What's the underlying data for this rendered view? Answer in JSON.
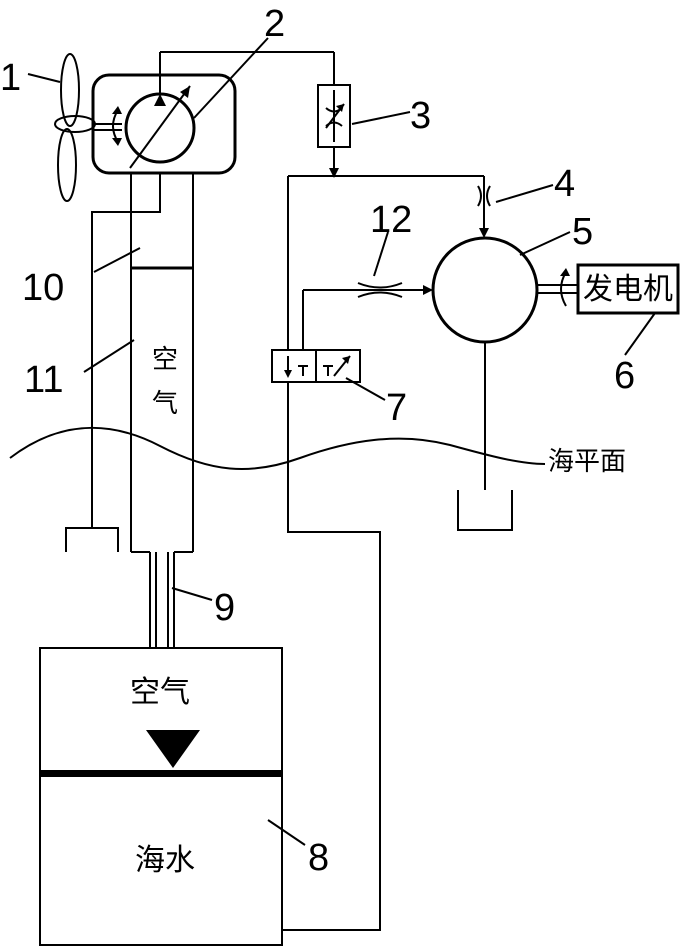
{
  "labels": {
    "n1": "1",
    "n2": "2",
    "n3": "3",
    "n4": "4",
    "n5": "5",
    "n6": "6",
    "n7": "7",
    "n8": "8",
    "n9": "9",
    "n10": "10",
    "n11": "11",
    "n12": "12"
  },
  "text": {
    "air_column_1": "空",
    "air_column_2": "气",
    "sea_level": "海平面",
    "generator": "发电机",
    "tank_air": "空气",
    "tank_seawater": "海水"
  }
}
